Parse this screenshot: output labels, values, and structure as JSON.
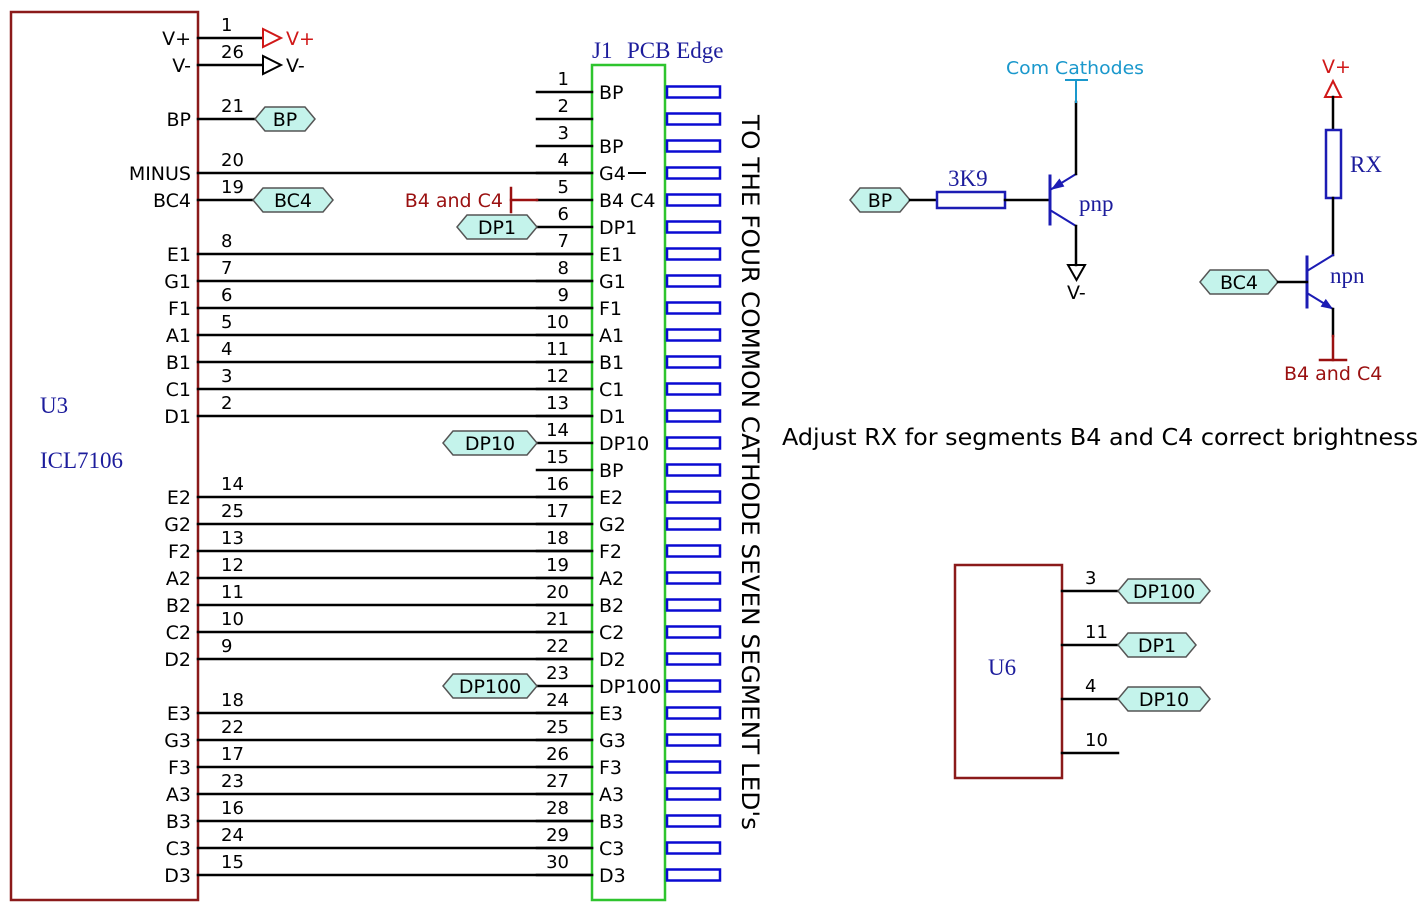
{
  "u3": {
    "ref": "U3",
    "part": "ICL7106",
    "pins": [
      {
        "name": "V+",
        "number": "1"
      },
      {
        "name": "V-",
        "number": "26"
      },
      {
        "name": "BP",
        "number": "21"
      },
      {
        "name": "MINUS",
        "number": "20"
      },
      {
        "name": "BC4",
        "number": "19"
      },
      {
        "name": "E1",
        "number": "8"
      },
      {
        "name": "G1",
        "number": "7"
      },
      {
        "name": "F1",
        "number": "6"
      },
      {
        "name": "A1",
        "number": "5"
      },
      {
        "name": "B1",
        "number": "4"
      },
      {
        "name": "C1",
        "number": "3"
      },
      {
        "name": "D1",
        "number": "2"
      },
      {
        "name": "E2",
        "number": "14"
      },
      {
        "name": "G2",
        "number": "25"
      },
      {
        "name": "F2",
        "number": "13"
      },
      {
        "name": "A2",
        "number": "12"
      },
      {
        "name": "B2",
        "number": "11"
      },
      {
        "name": "C2",
        "number": "10"
      },
      {
        "name": "D2",
        "number": "9"
      },
      {
        "name": "E3",
        "number": "18"
      },
      {
        "name": "G3",
        "number": "22"
      },
      {
        "name": "F3",
        "number": "17"
      },
      {
        "name": "A3",
        "number": "23"
      },
      {
        "name": "B3",
        "number": "16"
      },
      {
        "name": "C3",
        "number": "24"
      },
      {
        "name": "D3",
        "number": "15"
      }
    ]
  },
  "u3_nets": {
    "vplus": "V+",
    "vminus": "V-",
    "bp": "BP",
    "bc4": "BC4"
  },
  "j1": {
    "ref": "J1",
    "title": "PCB Edge",
    "pins": [
      {
        "number": "1",
        "name": "BP"
      },
      {
        "number": "2"
      },
      {
        "number": "3",
        "name": "BP"
      },
      {
        "number": "4",
        "name": "G4"
      },
      {
        "number": "5",
        "name": "B4 C4"
      },
      {
        "number": "6",
        "name": "DP1"
      },
      {
        "number": "7",
        "name": "E1"
      },
      {
        "number": "8",
        "name": "G1"
      },
      {
        "number": "9",
        "name": "F1"
      },
      {
        "number": "10",
        "name": "A1"
      },
      {
        "number": "11",
        "name": "B1"
      },
      {
        "number": "12",
        "name": "C1"
      },
      {
        "number": "13",
        "name": "D1"
      },
      {
        "number": "14",
        "name": "DP10"
      },
      {
        "number": "15",
        "name": "BP"
      },
      {
        "number": "16",
        "name": "E2"
      },
      {
        "number": "17",
        "name": "G2"
      },
      {
        "number": "18",
        "name": "F2"
      },
      {
        "number": "19",
        "name": "A2"
      },
      {
        "number": "20",
        "name": "B2"
      },
      {
        "number": "21",
        "name": "C2"
      },
      {
        "number": "22",
        "name": "D2"
      },
      {
        "number": "23",
        "name": "DP100"
      },
      {
        "number": "24",
        "name": "E3"
      },
      {
        "number": "25",
        "name": "G3"
      },
      {
        "number": "26",
        "name": "F3"
      },
      {
        "number": "27",
        "name": "A3"
      },
      {
        "number": "28",
        "name": "B3"
      },
      {
        "number": "29",
        "name": "C3"
      },
      {
        "number": "30",
        "name": "D3"
      }
    ]
  },
  "j1_nets": {
    "pin5": "B4 and C4",
    "pin6": "DP1",
    "pin14": "DP10",
    "pin23": "DP100"
  },
  "edge_caption": "TO THE FOUR COMMON CATHODE SEVEN SEGMENT LED's",
  "note": "Adjust RX for segments B4 and C4 correct brightness",
  "pnp_driver": {
    "input_net": "BP",
    "resistor": "3K9",
    "transistor": "pnp",
    "collector_net": "Com Cathodes",
    "supply": "V-"
  },
  "npn_driver": {
    "supply": "V+",
    "resistor": "RX",
    "input_net": "BC4",
    "transistor": "npn",
    "output_net": "B4 and C4"
  },
  "u6": {
    "ref": "U6",
    "pins": [
      {
        "number": "3",
        "net": "DP100"
      },
      {
        "number": "11",
        "net": "DP1"
      },
      {
        "number": "4",
        "net": "DP10"
      },
      {
        "number": "10"
      }
    ]
  },
  "colors": {
    "part_outline": "#8b1a1a",
    "connector_outline": "#2ec42e",
    "edge_finger": "#0a0ad2",
    "component": "#1c1cb4",
    "ref_text": "#1c1c9c",
    "net_label_fill": "#c4f3eb",
    "net_label_stroke": "#555555",
    "power_positive": "#d01818",
    "red_net": "#9a1010",
    "com_cathodes": "#1a98cc",
    "wire": "#000000"
  }
}
